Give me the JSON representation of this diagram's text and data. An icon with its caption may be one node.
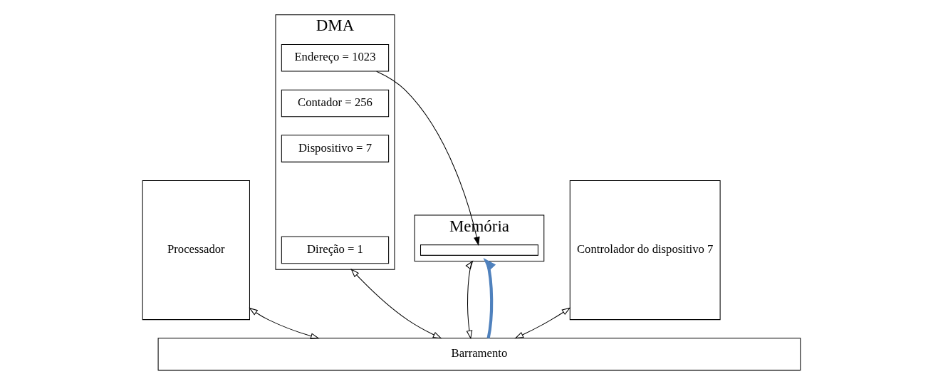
{
  "diagram": {
    "nodes": [
      {
        "text": [
          "Processador"
        ]
      },
      {
        "text": [
          "DMA"
        ]
      },
      {
        "text": [
          "Endereço = 1023"
        ],
        "in": 1
      },
      {
        "text": [
          "Contador = 256"
        ],
        "in": 1
      },
      {
        "text": [
          "Dispositivo = 7"
        ],
        "in": 1
      },
      {
        "text": [
          "Direção = 1"
        ],
        "in": 1
      },
      {
        "text": [
          "Memória"
        ]
      },
      {
        "text": [],
        "shape": "box",
        "in": 6
      },
      {
        "text": [
          "Controlador do dispositivo 7"
        ]
      },
      {
        "text": [
          "Barramento"
        ]
      }
    ],
    "edges": [
      {
        "from": 0,
        "to": 9,
        "arrow": "both"
      },
      {
        "from": 1,
        "to": 9,
        "arrow": "both"
      },
      {
        "from": 6,
        "to": 9,
        "arrow": "both"
      },
      {
        "from": 8,
        "to": 9,
        "arrow": "both"
      },
      {
        "from": 2,
        "to": 7,
        "arrow": "to"
      },
      {
        "from": 9,
        "to": 6,
        "arrow": "to",
        "style": "thick",
        "color": "#4f81bd"
      }
    ]
  }
}
